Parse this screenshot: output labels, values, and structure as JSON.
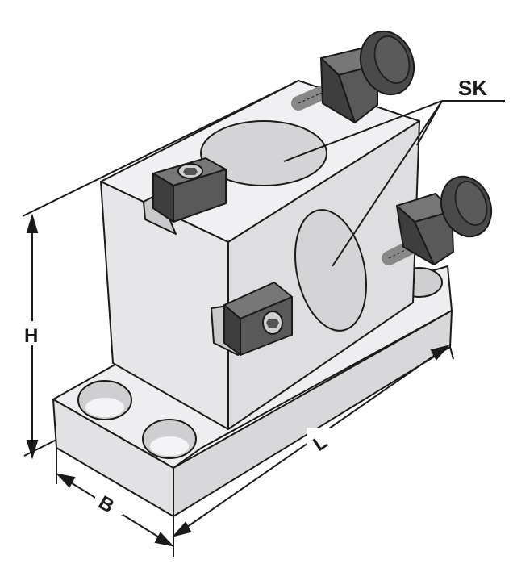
{
  "labels": {
    "h": "H",
    "b": "B",
    "l": "L",
    "sk": "SK"
  },
  "colors": {
    "body_front": "#e8e8ea",
    "body_top": "#f1f1f3",
    "body_side": "#dcdcdf",
    "bore": "#d2d2d5",
    "clamp": "#595959",
    "clamp_dark": "#3e3e3e",
    "knob": "#4a4a4a",
    "screw": "#b0b0b0",
    "line": "#1a1a1a"
  }
}
